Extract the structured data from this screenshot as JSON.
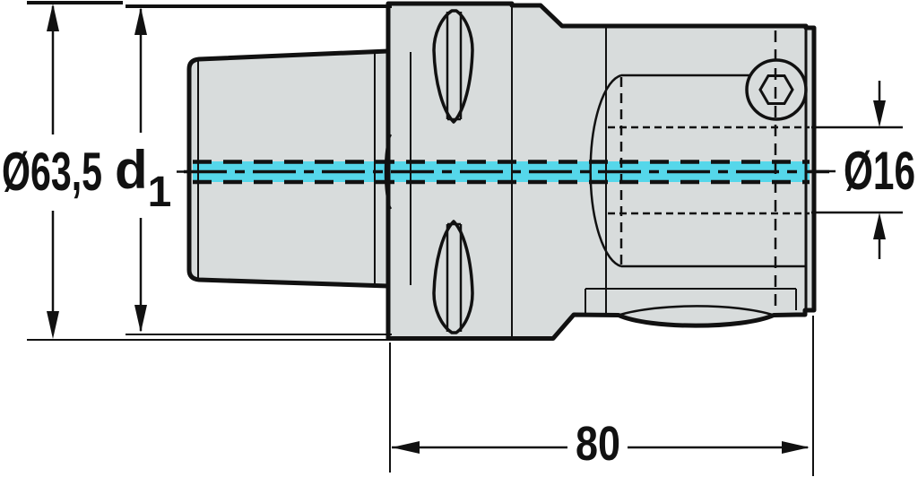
{
  "drawing": {
    "kind": "technical-drawing",
    "description": "Cross-section of a modular tool adapter with highlighted through-coolant channel",
    "labels": {
      "diameter_left": "Ø63,5",
      "d1_base": "d",
      "d1_subscript": "1",
      "diameter_right": "Ø16",
      "length_bottom": "80"
    },
    "colors": {
      "part_fill": "#d8dcdc",
      "line": "#111111",
      "coolant_highlight": "#55d7ea",
      "background": "#ffffff"
    }
  }
}
